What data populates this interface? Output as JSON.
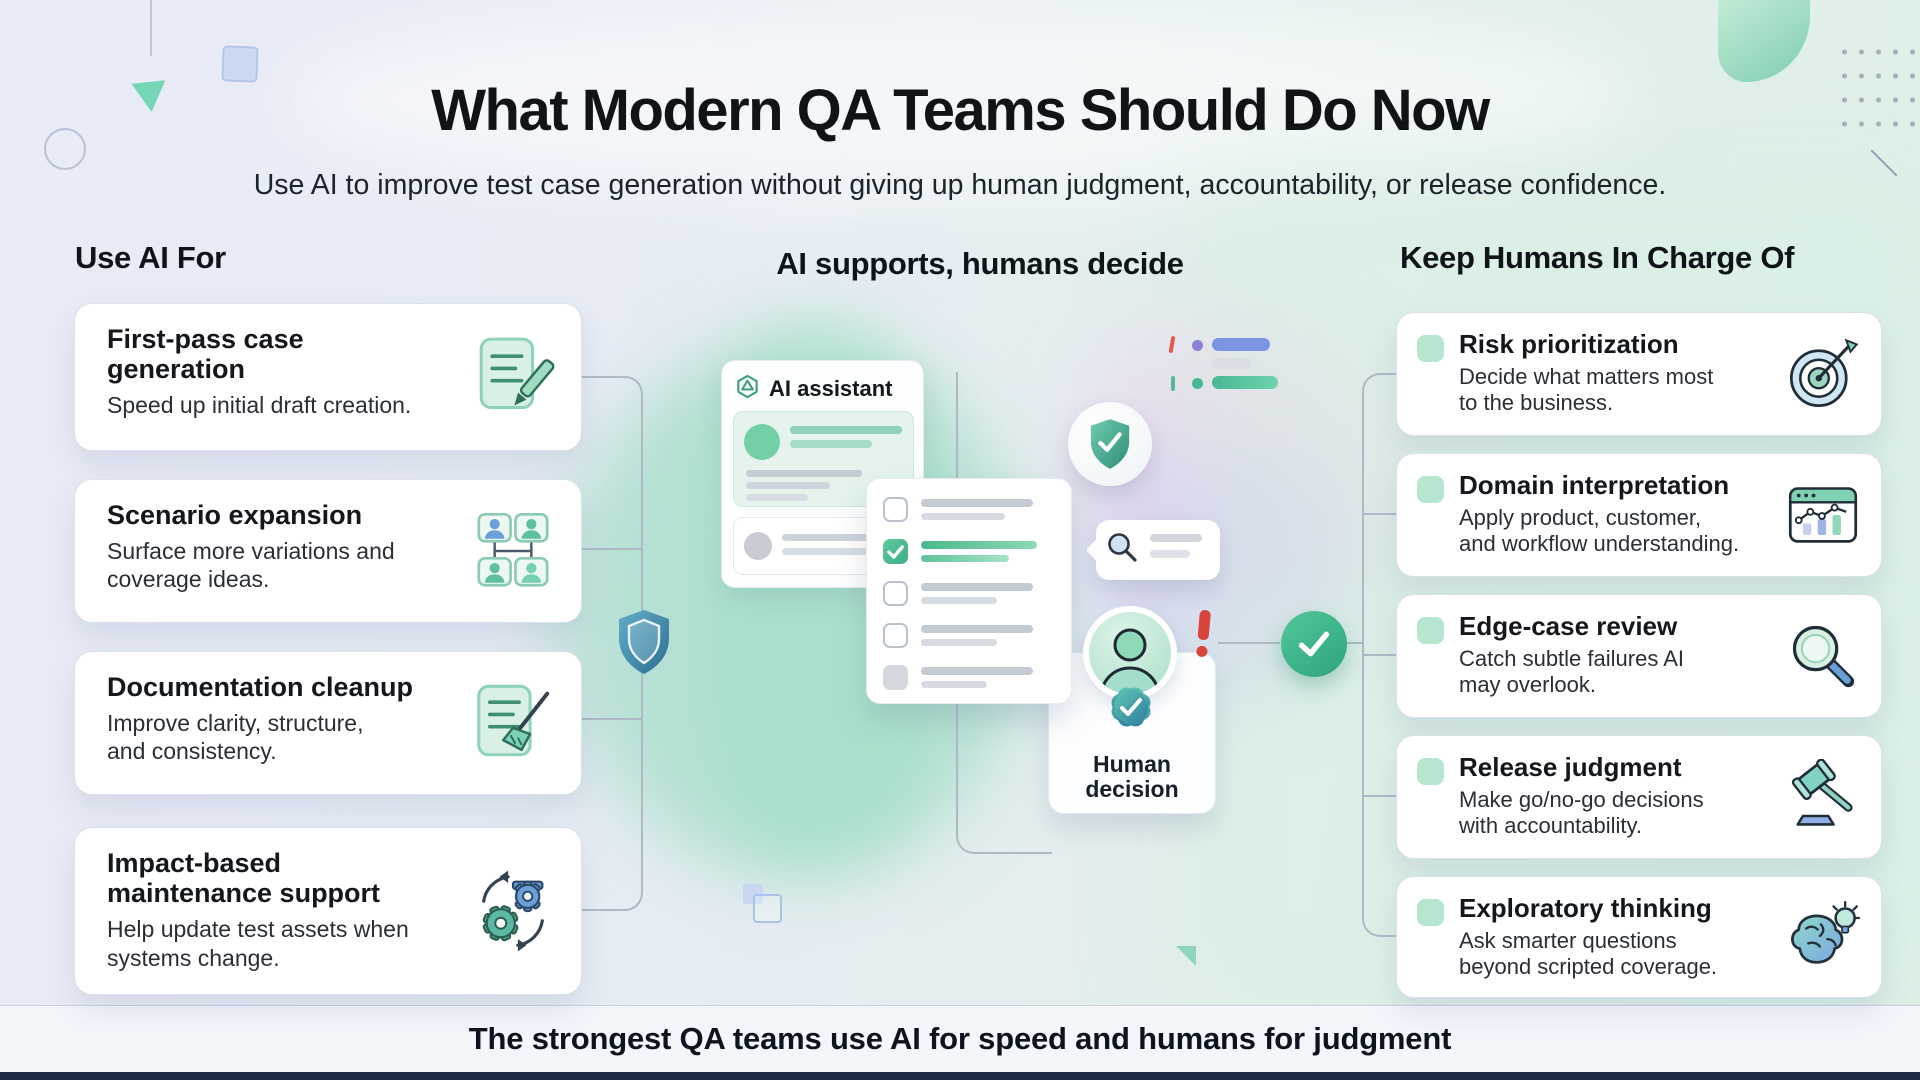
{
  "header": {
    "title": "What Modern QA Teams Should Do Now",
    "subtitle": "Use AI to improve test case generation without giving up human judgment, accountability, or release confidence."
  },
  "left_panel": {
    "heading": "Use AI For",
    "cards": [
      {
        "title": "First-pass case\ngeneration",
        "description": "Speed up initial draft creation.",
        "icon": "document-pencil-icon"
      },
      {
        "title": "Scenario expansion",
        "description": "Surface more variations and\ncoverage ideas.",
        "icon": "org-chart-icon"
      },
      {
        "title": "Documentation cleanup",
        "description": "Improve clarity, structure,\nand consistency.",
        "icon": "document-broom-icon"
      },
      {
        "title": "Impact-based\nmaintenance support",
        "description": "Help update test assets when\nsystems change.",
        "icon": "gears-icon"
      }
    ]
  },
  "center_panel": {
    "heading": "AI supports, humans decide",
    "ai_card_label": "AI assistant",
    "human_card_label": "Human\ndecision",
    "icons": [
      "openai-logo-icon",
      "shield-check-icon",
      "search-bubble-icon",
      "alert-exclamation-icon",
      "person-avatar-icon",
      "verified-badge-icon",
      "approved-check-icon",
      "checklist-icon"
    ]
  },
  "right_panel": {
    "heading": "Keep Humans In Charge Of",
    "cards": [
      {
        "title": "Risk prioritization",
        "description": "Decide what matters most\nto the business.",
        "icon": "target-icon"
      },
      {
        "title": "Domain interpretation",
        "description": "Apply product, customer,\nand workflow understanding.",
        "icon": "browser-chart-icon"
      },
      {
        "title": "Edge-case review",
        "description": "Catch subtle failures AI\nmay overlook.",
        "icon": "magnifier-icon"
      },
      {
        "title": "Release judgment",
        "description": "Make go/no-go decisions\nwith accountability.",
        "icon": "gavel-icon"
      },
      {
        "title": "Exploratory thinking",
        "description": "Ask smarter questions\nbeyond scripted coverage.",
        "icon": "brain-bulb-icon"
      }
    ]
  },
  "footer": {
    "text": "The strongest QA teams use AI for speed and humans for judgment"
  },
  "colors": {
    "accent_teal": "#57c39b",
    "accent_blue": "#7b93e0",
    "alert_red": "#d8433c",
    "mint_tile": "#d9f1e5",
    "card_bg": "#ffffff",
    "title_text": "#101418",
    "bottom_bar": "#1c2940"
  }
}
